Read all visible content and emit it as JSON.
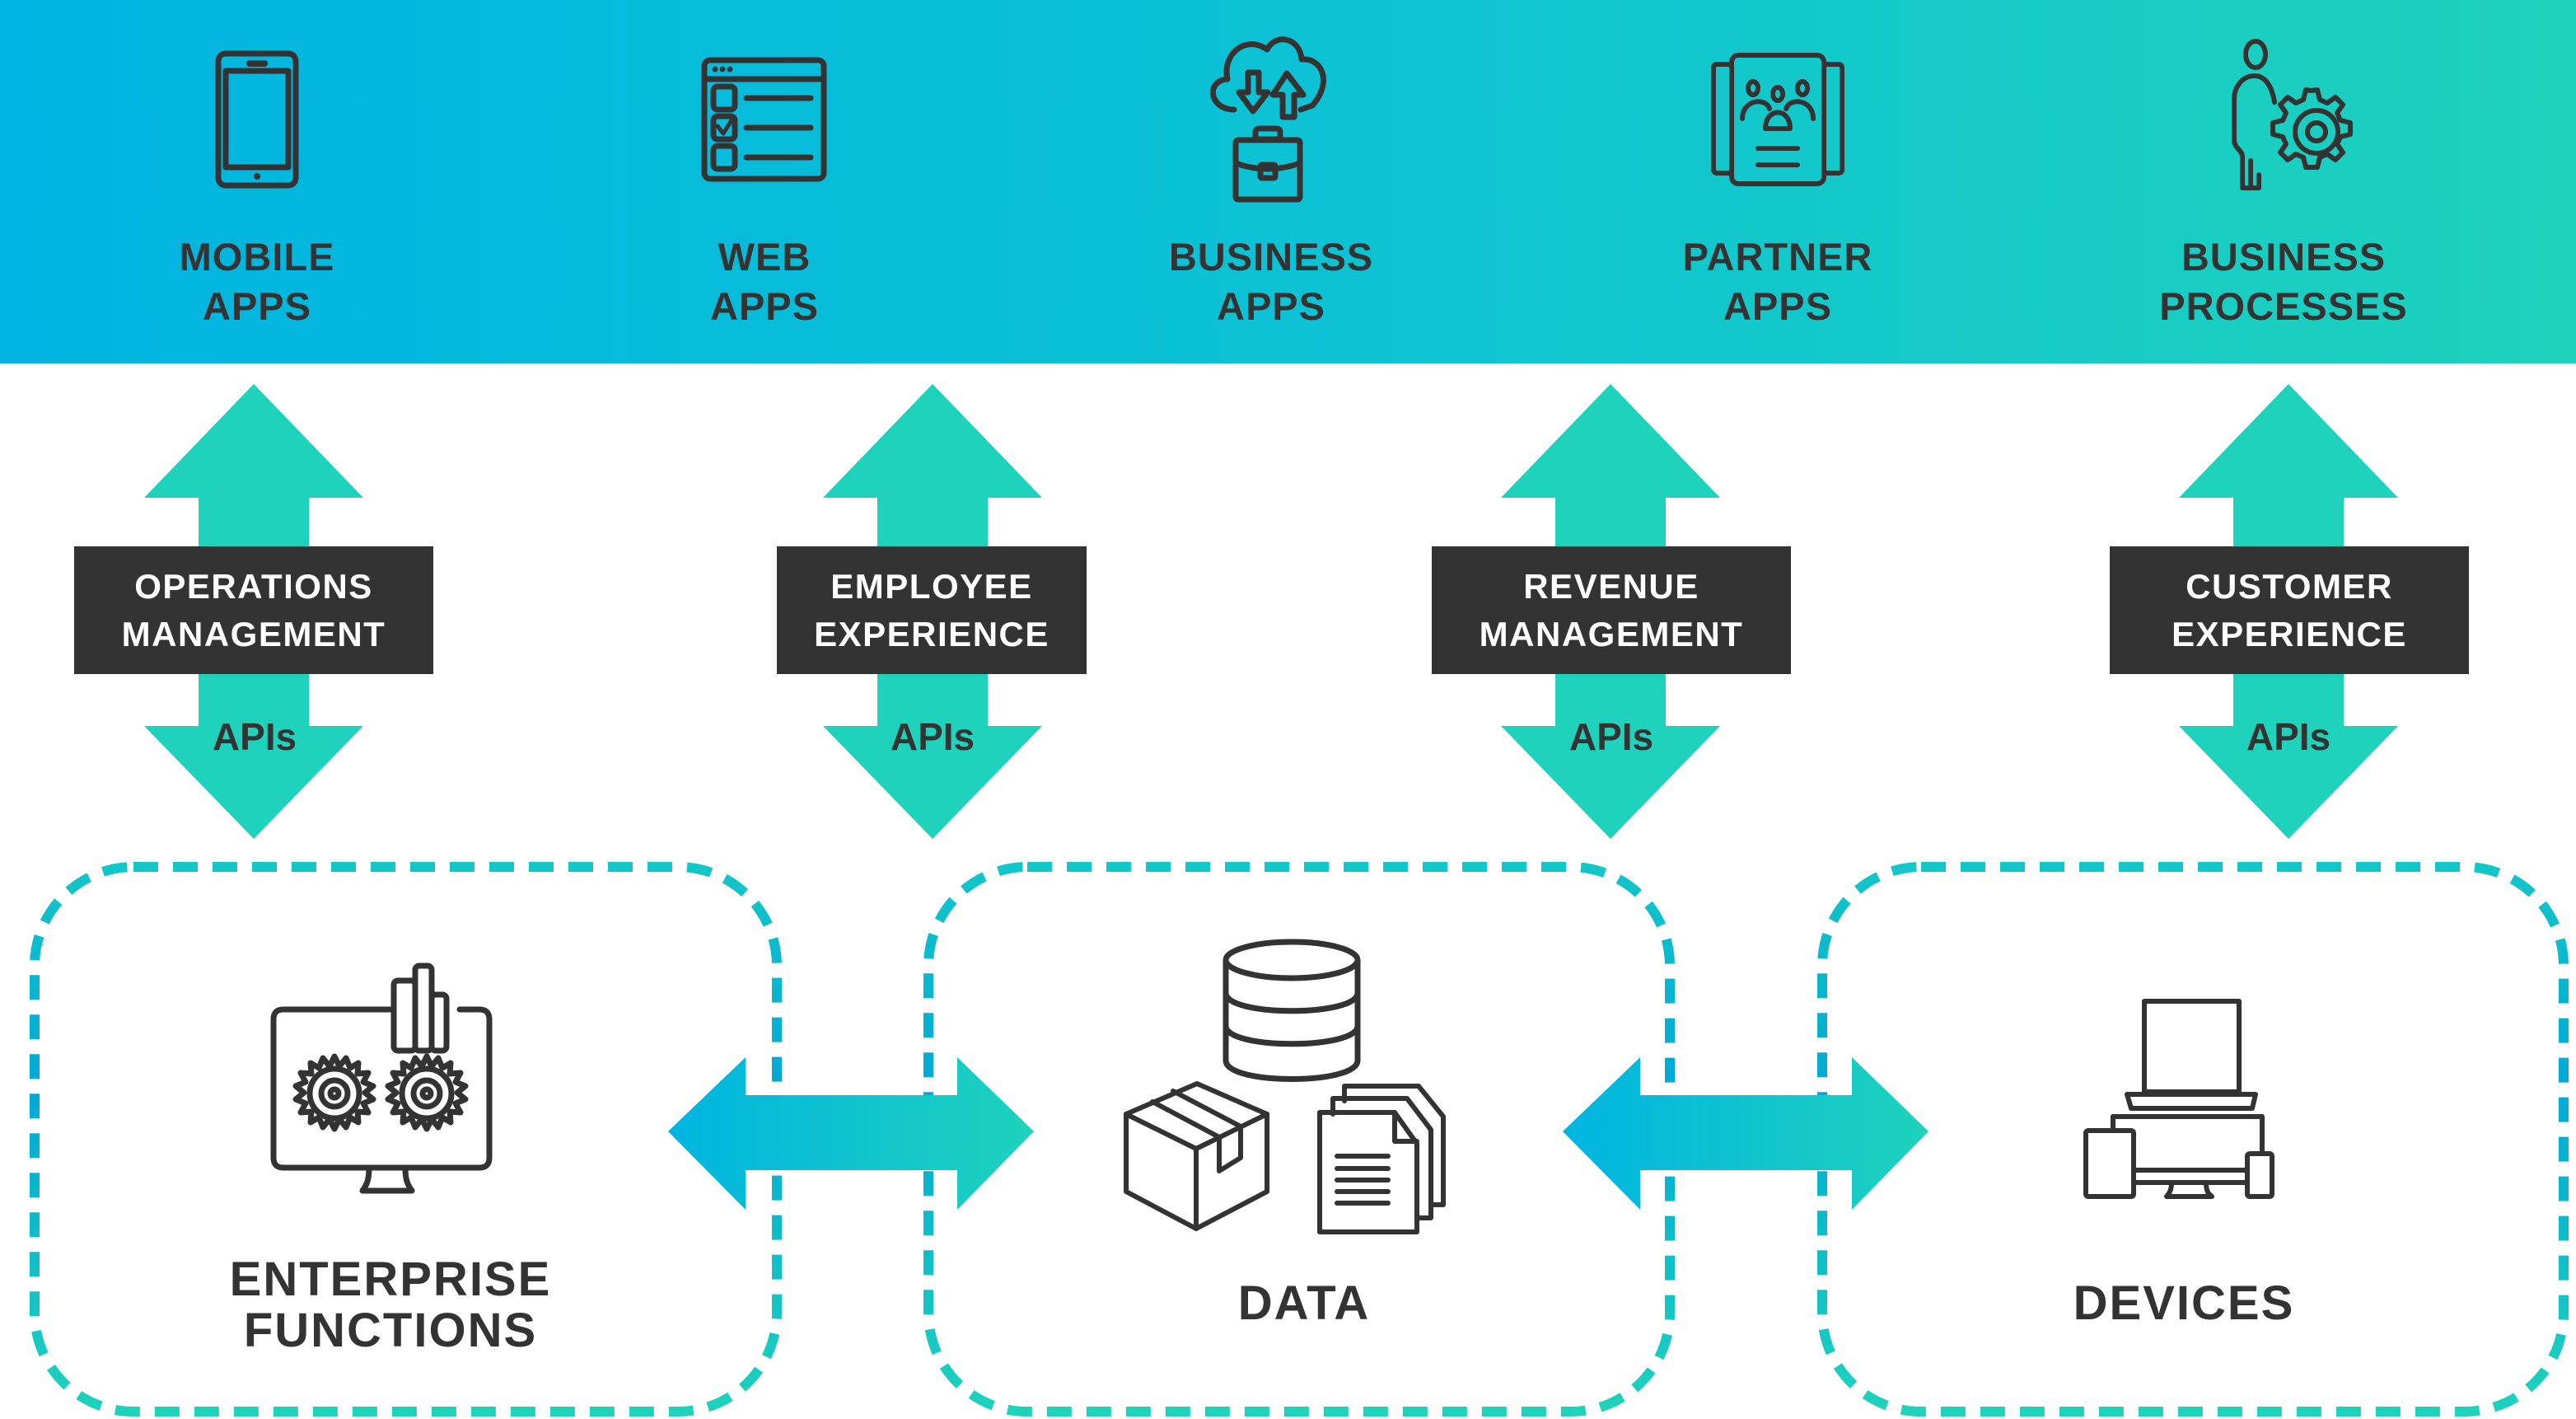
{
  "colors": {
    "header_start": "#00B4E1",
    "header_end": "#1ED2BC",
    "arrow_vertical": "#1ED2BC",
    "arrow_h_start": "#00B4E1",
    "arrow_h_end": "#1ED2BC",
    "tag_bg": "#333333",
    "text_dark": "#333333",
    "text_light": "#FFFFFF"
  },
  "consumers": [
    {
      "icon": "smartphone-icon",
      "lines": [
        "MOBILE",
        "APPS"
      ]
    },
    {
      "icon": "web-checklist-icon",
      "lines": [
        "WEB",
        "APPS"
      ]
    },
    {
      "icon": "cloud-briefcase-icon",
      "lines": [
        "BUSINESS",
        "APPS"
      ]
    },
    {
      "icon": "partner-group-icon",
      "lines": [
        "PARTNER",
        "APPS"
      ]
    },
    {
      "icon": "person-gear-icon",
      "lines": [
        "BUSINESS",
        "PROCESSES"
      ]
    }
  ],
  "connectors": [
    {
      "lines": [
        "OPERATIONS",
        "MANAGEMENT"
      ],
      "api_label": "APIs"
    },
    {
      "lines": [
        "EMPLOYEE",
        "EXPERIENCE"
      ],
      "api_label": "APIs"
    },
    {
      "lines": [
        "REVENUE",
        "MANAGEMENT"
      ],
      "api_label": "APIs"
    },
    {
      "lines": [
        "CUSTOMER",
        "EXPERIENCE"
      ],
      "api_label": "APIs"
    }
  ],
  "sources": [
    {
      "icon": "monitor-gears-icon",
      "lines": [
        "ENTERPRISE",
        "FUNCTIONS"
      ]
    },
    {
      "icon": "database-box-documents-icon",
      "lines": [
        "DATA"
      ]
    },
    {
      "icon": "devices-icon",
      "lines": [
        "DEVICES"
      ]
    }
  ]
}
